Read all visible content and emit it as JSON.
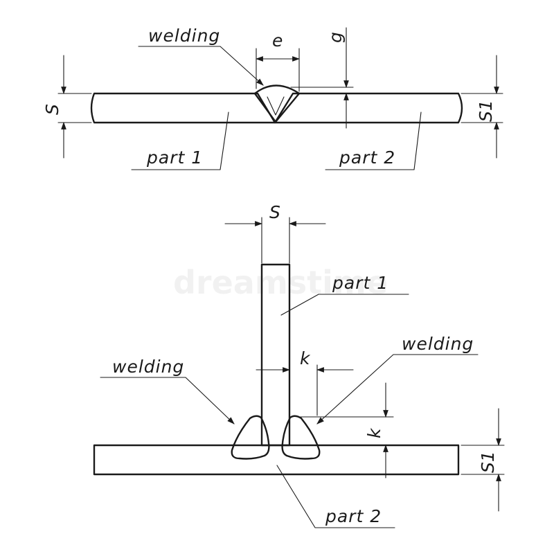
{
  "labels": {
    "butt_welding": "welding",
    "butt_part1": "part 1",
    "butt_part2": "part 2",
    "tee_part1": "part 1",
    "tee_part2": "part 2",
    "tee_welding_left": "welding",
    "tee_welding_right": "welding"
  },
  "dimensions": {
    "butt_e": "e",
    "butt_g": "g",
    "butt_s": "S",
    "butt_s1": "S1",
    "tee_s": "S",
    "tee_k_horizontal": "k",
    "tee_k_vertical": "k",
    "tee_s1": "S1"
  },
  "watermark": "dreamstime"
}
